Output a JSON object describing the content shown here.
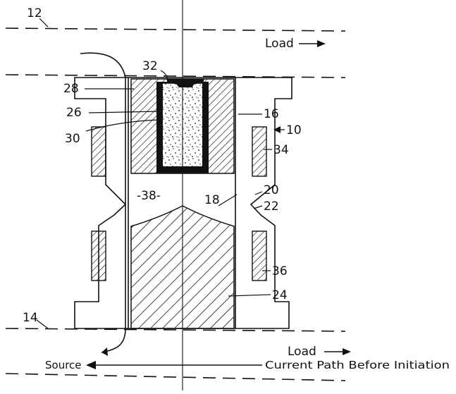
{
  "labels": {
    "ref_12": "12",
    "ref_14": "14",
    "load_top": "Load",
    "load_bottom": "Load",
    "ref_32": "32",
    "ref_28": "28",
    "ref_26": "26",
    "ref_30": "30",
    "ref_16": "16",
    "ref_10": "10",
    "ref_34": "34",
    "ref_38": "-38-",
    "ref_18": "18",
    "ref_20": "20",
    "ref_22": "22",
    "ref_36": "36",
    "ref_24": "24",
    "source": "Source",
    "current_path": "Current Path Before Initiation"
  }
}
